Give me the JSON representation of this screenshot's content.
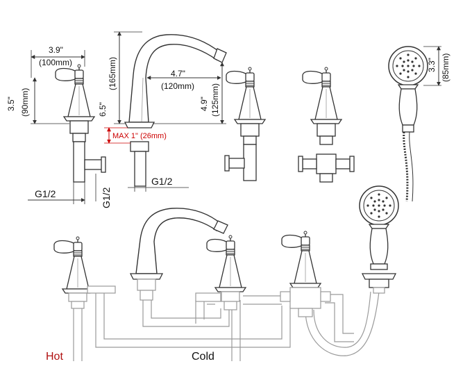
{
  "dimensions": {
    "handle_width_in": "3.9\"",
    "handle_width_mm": "(100mm)",
    "handle_height_in": "3.5\"",
    "handle_height_mm": "(90mm)",
    "spout_height_in": "6.5\"",
    "spout_height_mm": "(165mm)",
    "spout_reach_in": "4.7\"",
    "spout_reach_mm": "(120mm)",
    "spout_outlet_height_in": "4.9\"",
    "spout_outlet_height_mm": "(125mm)",
    "deck_max": "MAX 1\"",
    "deck_max_mm": "(26mm)",
    "shower_head_in": "3.3\"",
    "shower_head_mm": "(85mm)"
  },
  "threads": {
    "handle_thread": "G1/2",
    "spout_thread": "G1/2",
    "vertical_thread": "G1/2"
  },
  "labels": {
    "hot": "Hot",
    "cold": "Cold"
  },
  "colors": {
    "line": "#333333",
    "red_dim": "#cc0000",
    "hot_text": "#b01010",
    "pipe": "#9a9a9a"
  }
}
